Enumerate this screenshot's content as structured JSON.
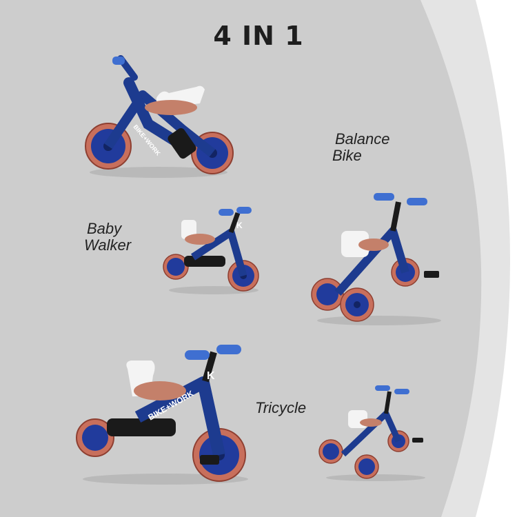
{
  "title": "4 IN 1",
  "labels": {
    "balance": [
      "Balance",
      "Bike"
    ],
    "baby": [
      "Baby",
      "Walker"
    ],
    "tricycle": "Tricycle"
  },
  "brand_text": "BIKE+WORK",
  "logo_mark": "K",
  "colors": {
    "frame": "#1d3b8f",
    "grip": "#3f6fd1",
    "seat": "#c4806a",
    "tire": "#c86f5c",
    "rim": "#213b9c",
    "bg_gray": "#cdcdcd",
    "bg_light": "#e2e2e2"
  }
}
